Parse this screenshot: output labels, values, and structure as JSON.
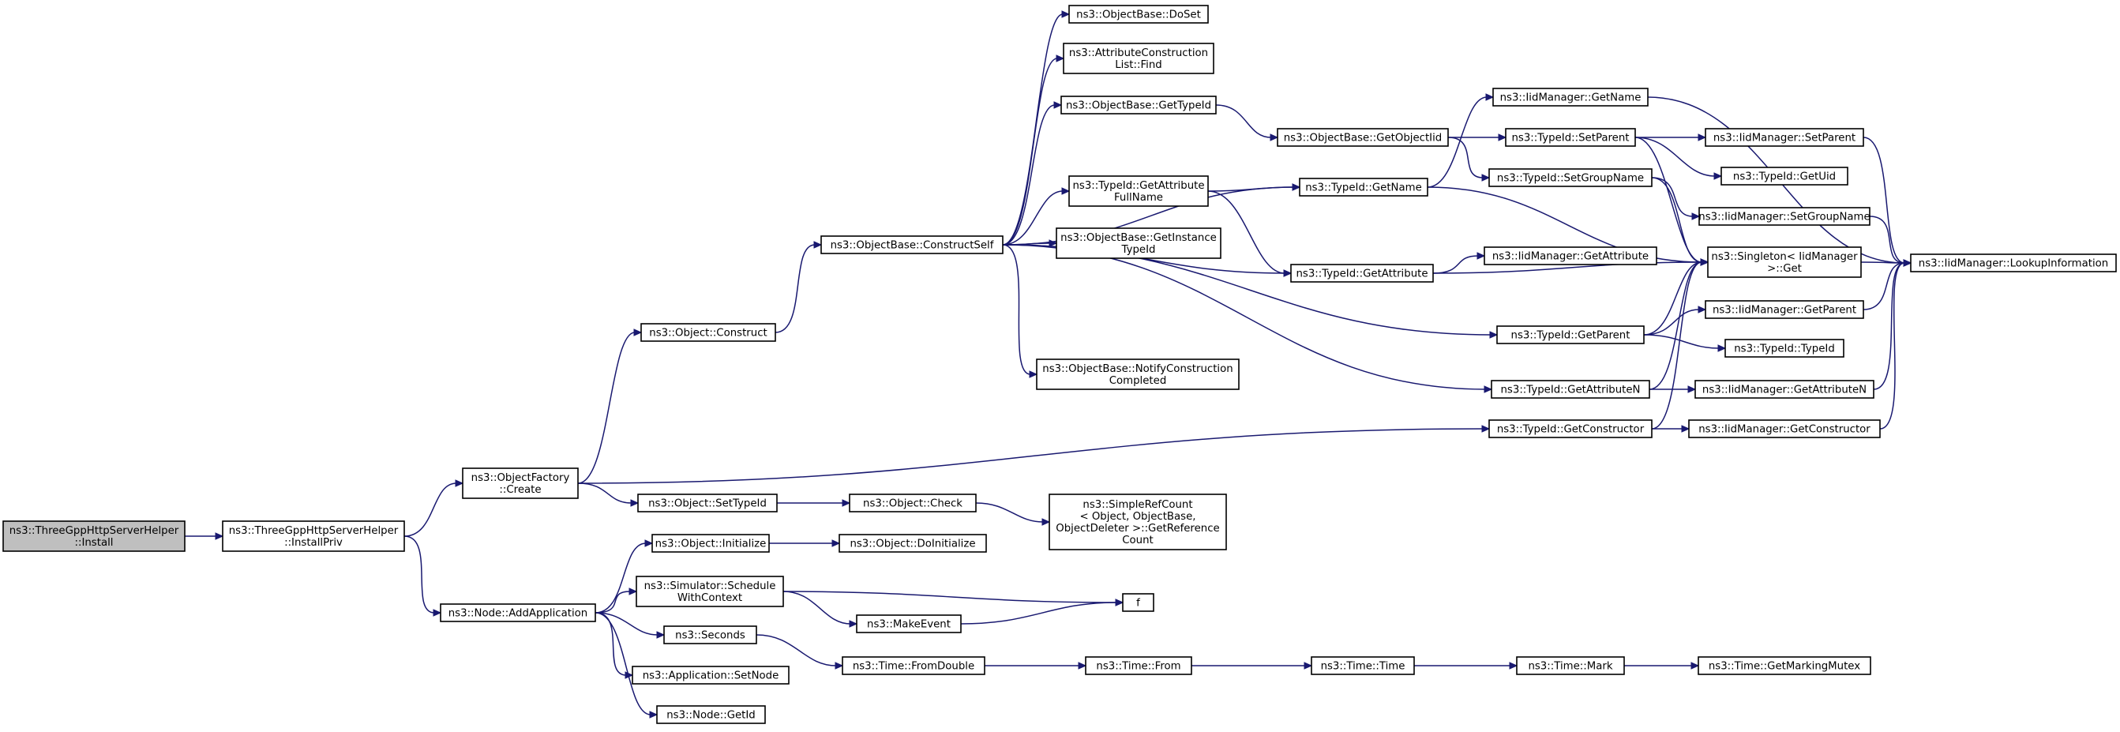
{
  "diagram": {
    "type": "call-graph",
    "colors": {
      "edge": "#191970",
      "root_fill": "#bfbfbf",
      "node_fill": "#ffffff",
      "node_border": "#000000"
    },
    "nodes": [
      {
        "id": "install",
        "lines": [
          "ns3::ThreeGppHttpServerHelper",
          "::Install"
        ],
        "root": true
      },
      {
        "id": "installpriv",
        "lines": [
          "ns3::ThreeGppHttpServerHelper",
          "::InstallPriv"
        ]
      },
      {
        "id": "factorycreate",
        "lines": [
          "ns3::ObjectFactory",
          "::Create"
        ]
      },
      {
        "id": "addapp",
        "lines": [
          "ns3::Node::AddApplication"
        ]
      },
      {
        "id": "construct",
        "lines": [
          "ns3::Object::Construct"
        ]
      },
      {
        "id": "settypeid",
        "lines": [
          "ns3::Object::SetTypeId"
        ]
      },
      {
        "id": "initialize",
        "lines": [
          "ns3::Object::Initialize"
        ]
      },
      {
        "id": "schedctx",
        "lines": [
          "ns3::Simulator::Schedule",
          "WithContext"
        ]
      },
      {
        "id": "seconds",
        "lines": [
          "ns3::Seconds"
        ]
      },
      {
        "id": "setnode",
        "lines": [
          "ns3::Application::SetNode"
        ]
      },
      {
        "id": "nodegetid",
        "lines": [
          "ns3::Node::GetId"
        ]
      },
      {
        "id": "constructself",
        "lines": [
          "ns3::ObjectBase::ConstructSelf"
        ]
      },
      {
        "id": "objcheck",
        "lines": [
          "ns3::Object::Check"
        ]
      },
      {
        "id": "doinit",
        "lines": [
          "ns3::Object::DoInitialize"
        ]
      },
      {
        "id": "makeevent",
        "lines": [
          "ns3::MakeEvent"
        ]
      },
      {
        "id": "fromdouble",
        "lines": [
          "ns3::Time::FromDouble"
        ]
      },
      {
        "id": "doset",
        "lines": [
          "ns3::ObjectBase::DoSet"
        ]
      },
      {
        "id": "attrfind",
        "lines": [
          "ns3::AttributeConstruction",
          "List::Find"
        ]
      },
      {
        "id": "gettypeid",
        "lines": [
          "ns3::ObjectBase::GetTypeId"
        ]
      },
      {
        "id": "getattrfull",
        "lines": [
          "ns3::TypeId::GetAttribute",
          "FullName"
        ]
      },
      {
        "id": "getinsttid",
        "lines": [
          "ns3::ObjectBase::GetInstance",
          "TypeId"
        ]
      },
      {
        "id": "notifycc",
        "lines": [
          "ns3::ObjectBase::NotifyConstruction",
          "Completed"
        ]
      },
      {
        "id": "refcount",
        "lines": [
          "ns3::SimpleRefCount",
          "< Object, ObjectBase,",
          "ObjectDeleter >::GetReference",
          "Count"
        ]
      },
      {
        "id": "f",
        "lines": [
          "f"
        ]
      },
      {
        "id": "timefrom",
        "lines": [
          "ns3::Time::From"
        ]
      },
      {
        "id": "getobjiid",
        "lines": [
          "ns3::ObjectBase::GetObjectIid"
        ]
      },
      {
        "id": "tidgetname",
        "lines": [
          "ns3::TypeId::GetName"
        ]
      },
      {
        "id": "tidgetattr",
        "lines": [
          "ns3::TypeId::GetAttribute"
        ]
      },
      {
        "id": "timetime",
        "lines": [
          "ns3::Time::Time"
        ]
      },
      {
        "id": "iidgetname",
        "lines": [
          "ns3::IidManager::GetName"
        ]
      },
      {
        "id": "tidsetparent",
        "lines": [
          "ns3::TypeId::SetParent"
        ]
      },
      {
        "id": "tidsetgroup",
        "lines": [
          "ns3::TypeId::SetGroupName"
        ]
      },
      {
        "id": "iidgetattr",
        "lines": [
          "ns3::IidManager::GetAttribute"
        ]
      },
      {
        "id": "tidgetparent",
        "lines": [
          "ns3::TypeId::GetParent"
        ]
      },
      {
        "id": "tidgetattrn",
        "lines": [
          "ns3::TypeId::GetAttributeN"
        ]
      },
      {
        "id": "tidgetctor",
        "lines": [
          "ns3::TypeId::GetConstructor"
        ]
      },
      {
        "id": "timemark",
        "lines": [
          "ns3::Time::Mark"
        ]
      },
      {
        "id": "iidsetparent",
        "lines": [
          "ns3::IidManager::SetParent"
        ]
      },
      {
        "id": "tidgetuid",
        "lines": [
          "ns3::TypeId::GetUid"
        ]
      },
      {
        "id": "iidsetgroup",
        "lines": [
          "ns3::IidManager::SetGroupName"
        ]
      },
      {
        "id": "singleton",
        "lines": [
          "ns3::Singleton< IidManager",
          " >::Get"
        ]
      },
      {
        "id": "iidgetparent",
        "lines": [
          "ns3::IidManager::GetParent"
        ]
      },
      {
        "id": "tidtypeid",
        "lines": [
          "ns3::TypeId::TypeId"
        ]
      },
      {
        "id": "iidgetattrn",
        "lines": [
          "ns3::IidManager::GetAttributeN"
        ]
      },
      {
        "id": "iidgetctor",
        "lines": [
          "ns3::IidManager::GetConstructor"
        ]
      },
      {
        "id": "markmutex",
        "lines": [
          "ns3::Time::GetMarkingMutex"
        ]
      },
      {
        "id": "lookup",
        "lines": [
          "ns3::IidManager::LookupInformation"
        ]
      }
    ],
    "edges": [
      [
        "install",
        "installpriv"
      ],
      [
        "installpriv",
        "factorycreate"
      ],
      [
        "installpriv",
        "addapp"
      ],
      [
        "factorycreate",
        "construct"
      ],
      [
        "factorycreate",
        "settypeid"
      ],
      [
        "factorycreate",
        "tidgetctor"
      ],
      [
        "construct",
        "constructself"
      ],
      [
        "settypeid",
        "objcheck"
      ],
      [
        "objcheck",
        "refcount"
      ],
      [
        "addapp",
        "initialize"
      ],
      [
        "addapp",
        "schedctx"
      ],
      [
        "addapp",
        "seconds"
      ],
      [
        "addapp",
        "setnode"
      ],
      [
        "addapp",
        "nodegetid"
      ],
      [
        "initialize",
        "doinit"
      ],
      [
        "schedctx",
        "f"
      ],
      [
        "schedctx",
        "makeevent"
      ],
      [
        "makeevent",
        "f"
      ],
      [
        "seconds",
        "fromdouble"
      ],
      [
        "fromdouble",
        "timefrom"
      ],
      [
        "timefrom",
        "timetime"
      ],
      [
        "timetime",
        "timemark"
      ],
      [
        "timemark",
        "markmutex"
      ],
      [
        "constructself",
        "doset"
      ],
      [
        "constructself",
        "attrfind"
      ],
      [
        "constructself",
        "gettypeid"
      ],
      [
        "constructself",
        "tidgetname"
      ],
      [
        "constructself",
        "getattrfull"
      ],
      [
        "constructself",
        "getinsttid"
      ],
      [
        "constructself",
        "tidgetattr"
      ],
      [
        "constructself",
        "notifycc"
      ],
      [
        "constructself",
        "tidgetparent"
      ],
      [
        "constructself",
        "tidgetattrn"
      ],
      [
        "gettypeid",
        "getobjiid"
      ],
      [
        "getobjiid",
        "tidsetparent"
      ],
      [
        "getobjiid",
        "tidsetgroup"
      ],
      [
        "getattrfull",
        "tidgetname"
      ],
      [
        "getattrfull",
        "tidgetattr"
      ],
      [
        "tidgetname",
        "iidgetname"
      ],
      [
        "tidgetname",
        "singleton"
      ],
      [
        "tidgetattr",
        "iidgetattr"
      ],
      [
        "tidgetattr",
        "singleton"
      ],
      [
        "tidsetparent",
        "iidsetparent"
      ],
      [
        "tidsetparent",
        "tidgetuid"
      ],
      [
        "tidsetparent",
        "singleton"
      ],
      [
        "tidsetgroup",
        "iidsetgroup"
      ],
      [
        "tidsetgroup",
        "singleton"
      ],
      [
        "tidgetparent",
        "iidgetparent"
      ],
      [
        "tidgetparent",
        "tidtypeid"
      ],
      [
        "tidgetparent",
        "singleton"
      ],
      [
        "tidgetattrn",
        "iidgetattrn"
      ],
      [
        "tidgetattrn",
        "singleton"
      ],
      [
        "tidgetctor",
        "iidgetctor"
      ],
      [
        "tidgetctor",
        "singleton"
      ],
      [
        "iidgetname",
        "lookup"
      ],
      [
        "iidsetparent",
        "lookup"
      ],
      [
        "iidsetgroup",
        "lookup"
      ],
      [
        "singleton",
        "lookup"
      ],
      [
        "iidgetparent",
        "lookup"
      ],
      [
        "iidgetattrn",
        "lookup"
      ],
      [
        "iidgetctor",
        "lookup"
      ]
    ]
  }
}
